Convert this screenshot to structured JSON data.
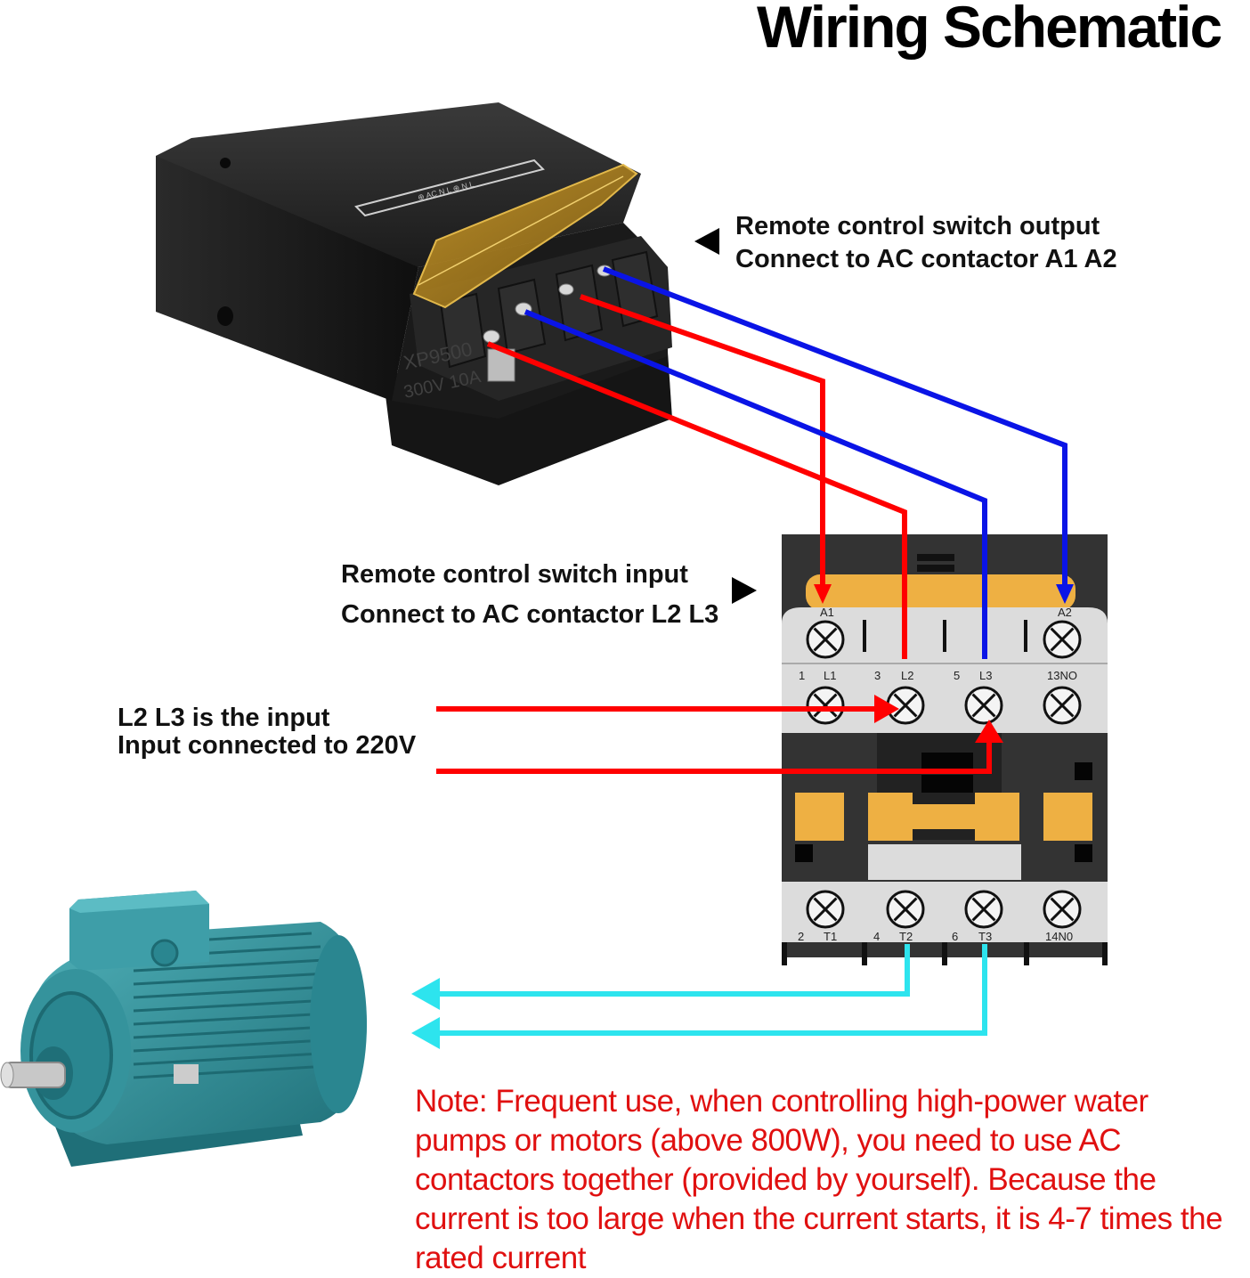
{
  "title": "Wiring Schematic",
  "labels": {
    "output_line1": "Remote control switch output",
    "output_line2": "Connect to AC contactor A1 A2",
    "input_line1": "Remote control switch input",
    "input_line2": "Connect to AC contactor L2 L3",
    "l2l3_line1": "L2 L3 is the input",
    "l2l3_line2": "Input connected to 220V"
  },
  "note": "Note: Frequent use, when controlling high-power water pumps or motors (above 800W), you need to use AC contactors  together (provided by yourself). Because the current is too large when the current starts, it is 4-7 times the rated current",
  "contactor": {
    "coil_terminals": [
      "A1",
      "A2"
    ],
    "top_numbers": [
      "1",
      "3",
      "5"
    ],
    "top_terminals": [
      "L1",
      "L2",
      "L3",
      "13NO"
    ],
    "bottom_numbers": [
      "2",
      "4",
      "6"
    ],
    "bottom_terminals": [
      "T1",
      "T2",
      "T3",
      "14N0"
    ]
  },
  "receiver_markings": [
    "XP9500",
    "300V 10A"
  ],
  "colors": {
    "red_wire": "#ff0000",
    "blue_wire": "#0a14e6",
    "cyan_wire": "#2de4ee",
    "contactor_orange": "#eeb043",
    "contactor_dark": "#333333",
    "note_text": "#e01010"
  }
}
